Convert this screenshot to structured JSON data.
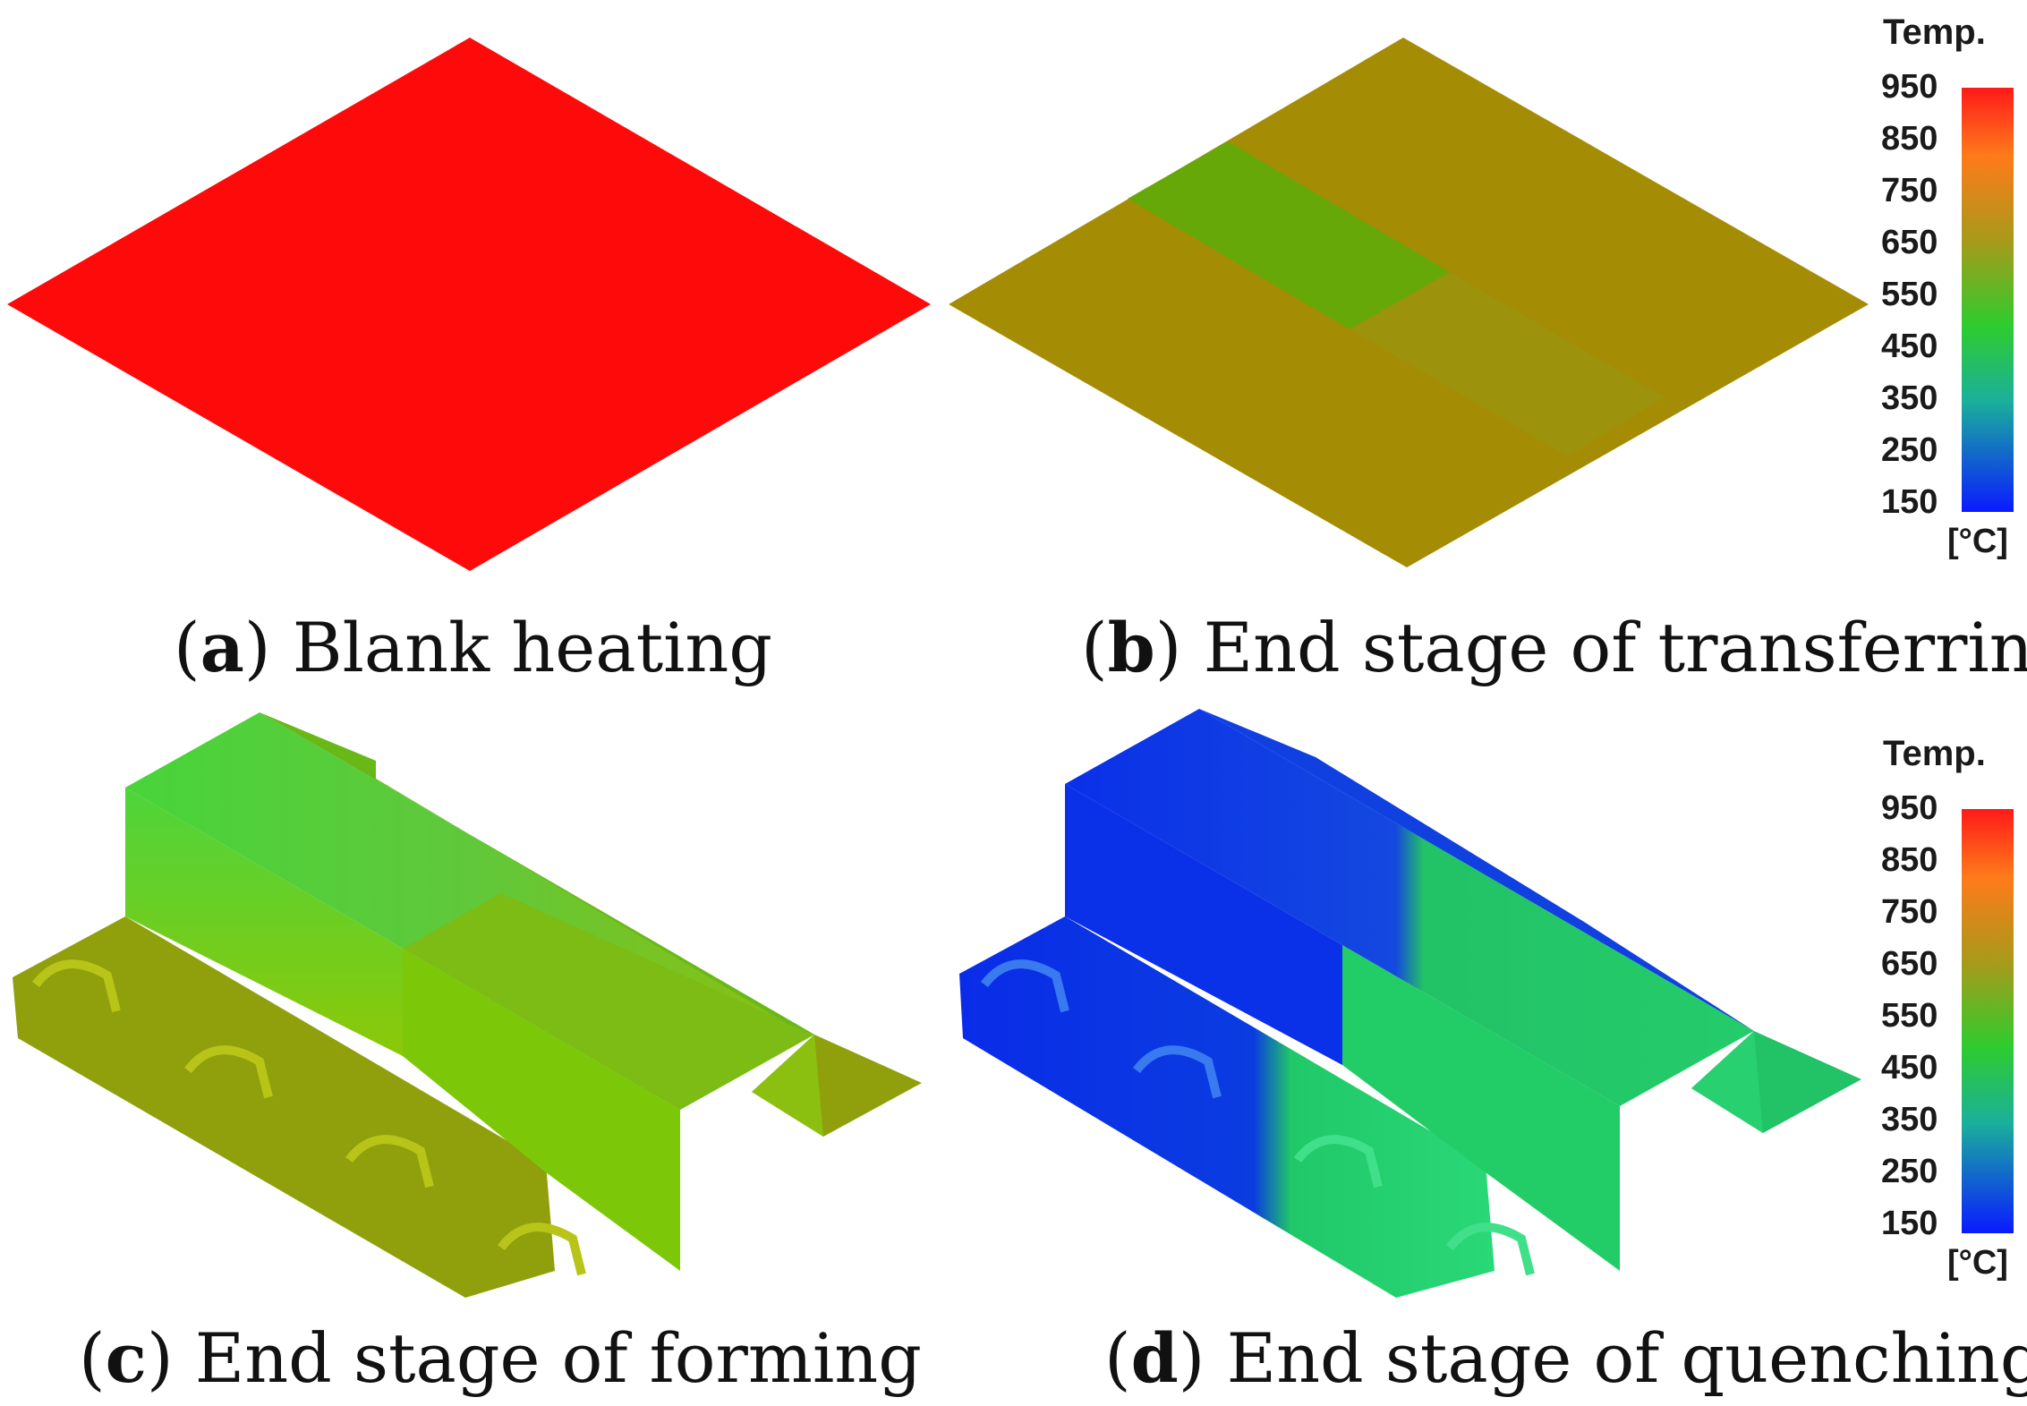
{
  "panels": [
    {
      "letter": "a",
      "caption": "Blank heating"
    },
    {
      "letter": "b",
      "caption": "End stage of transferring"
    },
    {
      "letter": "c",
      "caption": "End stage of forming"
    },
    {
      "letter": "d",
      "caption": "End stage of quenching"
    }
  ],
  "legend": {
    "title": "Temp.",
    "unit": "[°C]",
    "ticks": [
      "950",
      "850",
      "750",
      "650",
      "550",
      "450",
      "350",
      "250",
      "150"
    ],
    "colors": {
      "high": "#ff1a1a",
      "upper": "#ff7a1a",
      "mid_upper": "#a89a1a",
      "mid": "#2ecc2e",
      "mid_lower": "#1ab09a",
      "low": "#0a1aff"
    }
  },
  "colors": {
    "heating": "#ff0a0a",
    "transfer_base": "#a58c05",
    "transfer_zone": "#66a808",
    "forming_main": "#7cc808",
    "forming_top": "#48d43a",
    "forming_dark": "#8fa00c",
    "quench_blue": "#0a30e8",
    "quench_green": "#22cc66"
  }
}
